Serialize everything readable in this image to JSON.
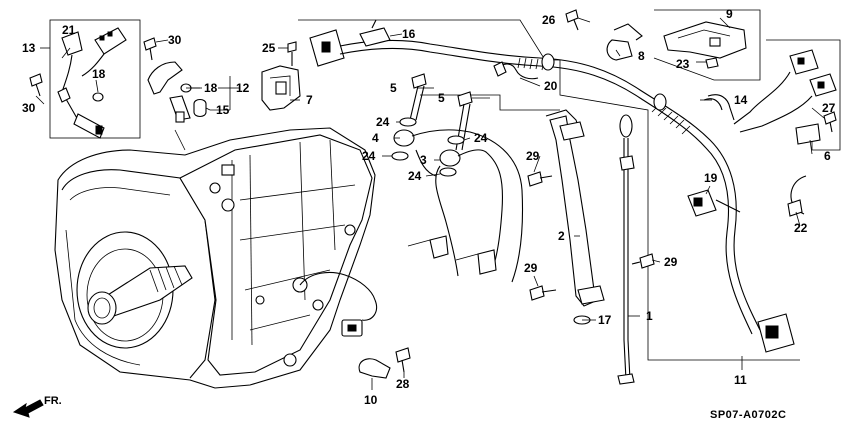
{
  "diagram_code": "SP07-A0702C",
  "front_label": "FR.",
  "callouts": {
    "c1": "1",
    "c2": "2",
    "c3": "3",
    "c4": "4",
    "c5a": "5",
    "c5b": "5",
    "c6": "6",
    "c7": "7",
    "c8": "8",
    "c9": "9",
    "c10": "10",
    "c11": "11",
    "c12": "12",
    "c13": "13",
    "c14": "14",
    "c15": "15",
    "c16": "16",
    "c17": "17",
    "c18a": "18",
    "c18b": "18",
    "c19": "19",
    "c20": "20",
    "c21": "21",
    "c22": "22",
    "c23": "23",
    "c24a": "24",
    "c24b": "24",
    "c24c": "24",
    "c24d": "24",
    "c25": "25",
    "c26": "26",
    "c27": "27",
    "c28": "28",
    "c29a": "29",
    "c29b": "29",
    "c29c": "29",
    "c30a": "30",
    "c30b": "30"
  }
}
